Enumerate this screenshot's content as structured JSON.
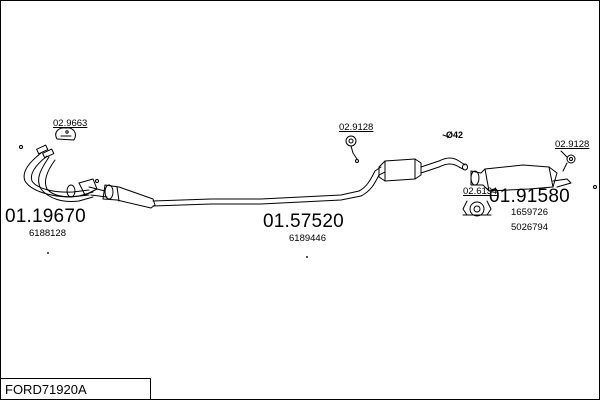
{
  "labels": {
    "front_pipe_code": "01.19670",
    "front_pipe_oem": "6188128",
    "middle_pipe_code": "01.57520",
    "middle_pipe_oem": "6189446",
    "rear_silencer_code": "01.91580",
    "rear_silencer_oem_1": "1659726",
    "rear_silencer_oem_2": "5026794",
    "front_mount_code": "02.9663",
    "middle_mount_code": "02.9128",
    "rear_mount_code": "02.9128",
    "clamp_code": "02.6134",
    "pipe_diameter": "Ø42"
  },
  "title_box": {
    "reference": "FORD71920A"
  }
}
